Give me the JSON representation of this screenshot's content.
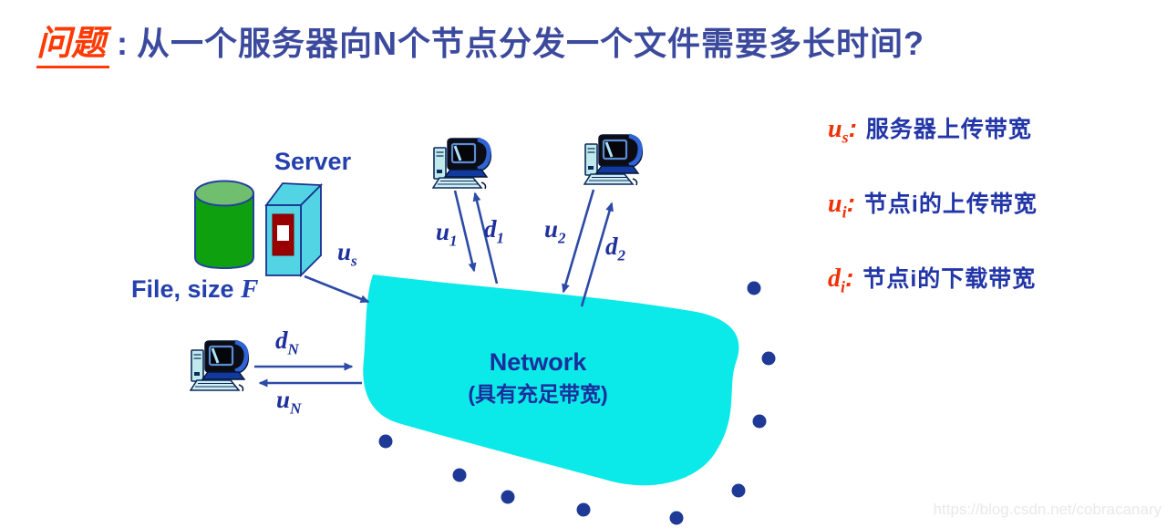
{
  "title": {
    "keyword": "问题",
    "separator": ":",
    "text": "从一个服务器向N个节点分发一个文件需要多长时间?"
  },
  "server": {
    "label": "Server",
    "file_label": "File, size",
    "file_size_var": "F",
    "upload": {
      "sym": "u",
      "sub": "s"
    }
  },
  "network": {
    "name": "Network",
    "note": "(具有充足带宽)"
  },
  "peers": {
    "p1_up": {
      "sym": "u",
      "sub": "1"
    },
    "p1_down": {
      "sym": "d",
      "sub": "1"
    },
    "p2_up": {
      "sym": "u",
      "sub": "2"
    },
    "p2_down": {
      "sym": "d",
      "sub": "2"
    },
    "pN_down": {
      "sym": "d",
      "sub": "N"
    },
    "pN_up": {
      "sym": "u",
      "sub": "N"
    }
  },
  "legend": {
    "items": [
      {
        "sym": "u",
        "sub": "s",
        "colon": ":",
        "text": "服务器上传带宽"
      },
      {
        "sym": "u",
        "sub": "i",
        "colon": ":",
        "text": "节点i的上传带宽"
      },
      {
        "sym": "d",
        "sub": "i",
        "colon": ":",
        "text": "节点i的下载带宽"
      }
    ]
  },
  "watermark": "https://blog.csdn.net/cobracanary",
  "colors": {
    "title_keyword": "#ff3a05",
    "title_text": "#3c4a9e",
    "diagram_blue": "#2440ae",
    "arrow_blue": "#2c4aa6",
    "cloud_cyan": "#0ce9e9",
    "dot_navy": "#1e3a96",
    "legend_red": "#f03005",
    "server_cyan": "#52d4e4",
    "cylinder_green": "#0fa00f"
  }
}
